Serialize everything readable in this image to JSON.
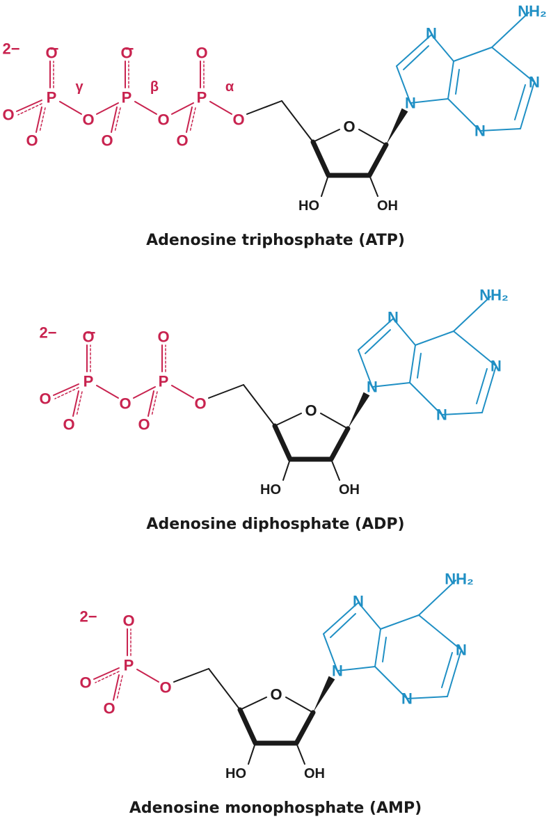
{
  "colors": {
    "phosphate": "#c8234f",
    "base": "#1f8fc4",
    "sugar": "#1a1a1a",
    "background": "#ffffff"
  },
  "molecules": [
    {
      "id": "atp",
      "name": "Adenosine triphosphate (ATP)",
      "phosphate_count": 3,
      "charge": "2−",
      "phosphate_labels": [
        "γ",
        "β",
        "α"
      ],
      "anion_mark": "−"
    },
    {
      "id": "adp",
      "name": "Adenosine diphosphate (ADP)",
      "phosphate_count": 2,
      "charge": "2−",
      "phosphate_labels": [],
      "anion_mark": "−"
    },
    {
      "id": "amp",
      "name": "Adenosine monophosphate (AMP)",
      "phosphate_count": 1,
      "charge": "2−",
      "phosphate_labels": [],
      "anion_mark": "−"
    }
  ],
  "atoms": {
    "phosphorus": "P",
    "oxygen": "O",
    "ring_oxygen": "O",
    "nitrogen": "N",
    "hydroxyl_left": "HO",
    "hydroxyl_right": "OH",
    "amine": "NH₂"
  }
}
